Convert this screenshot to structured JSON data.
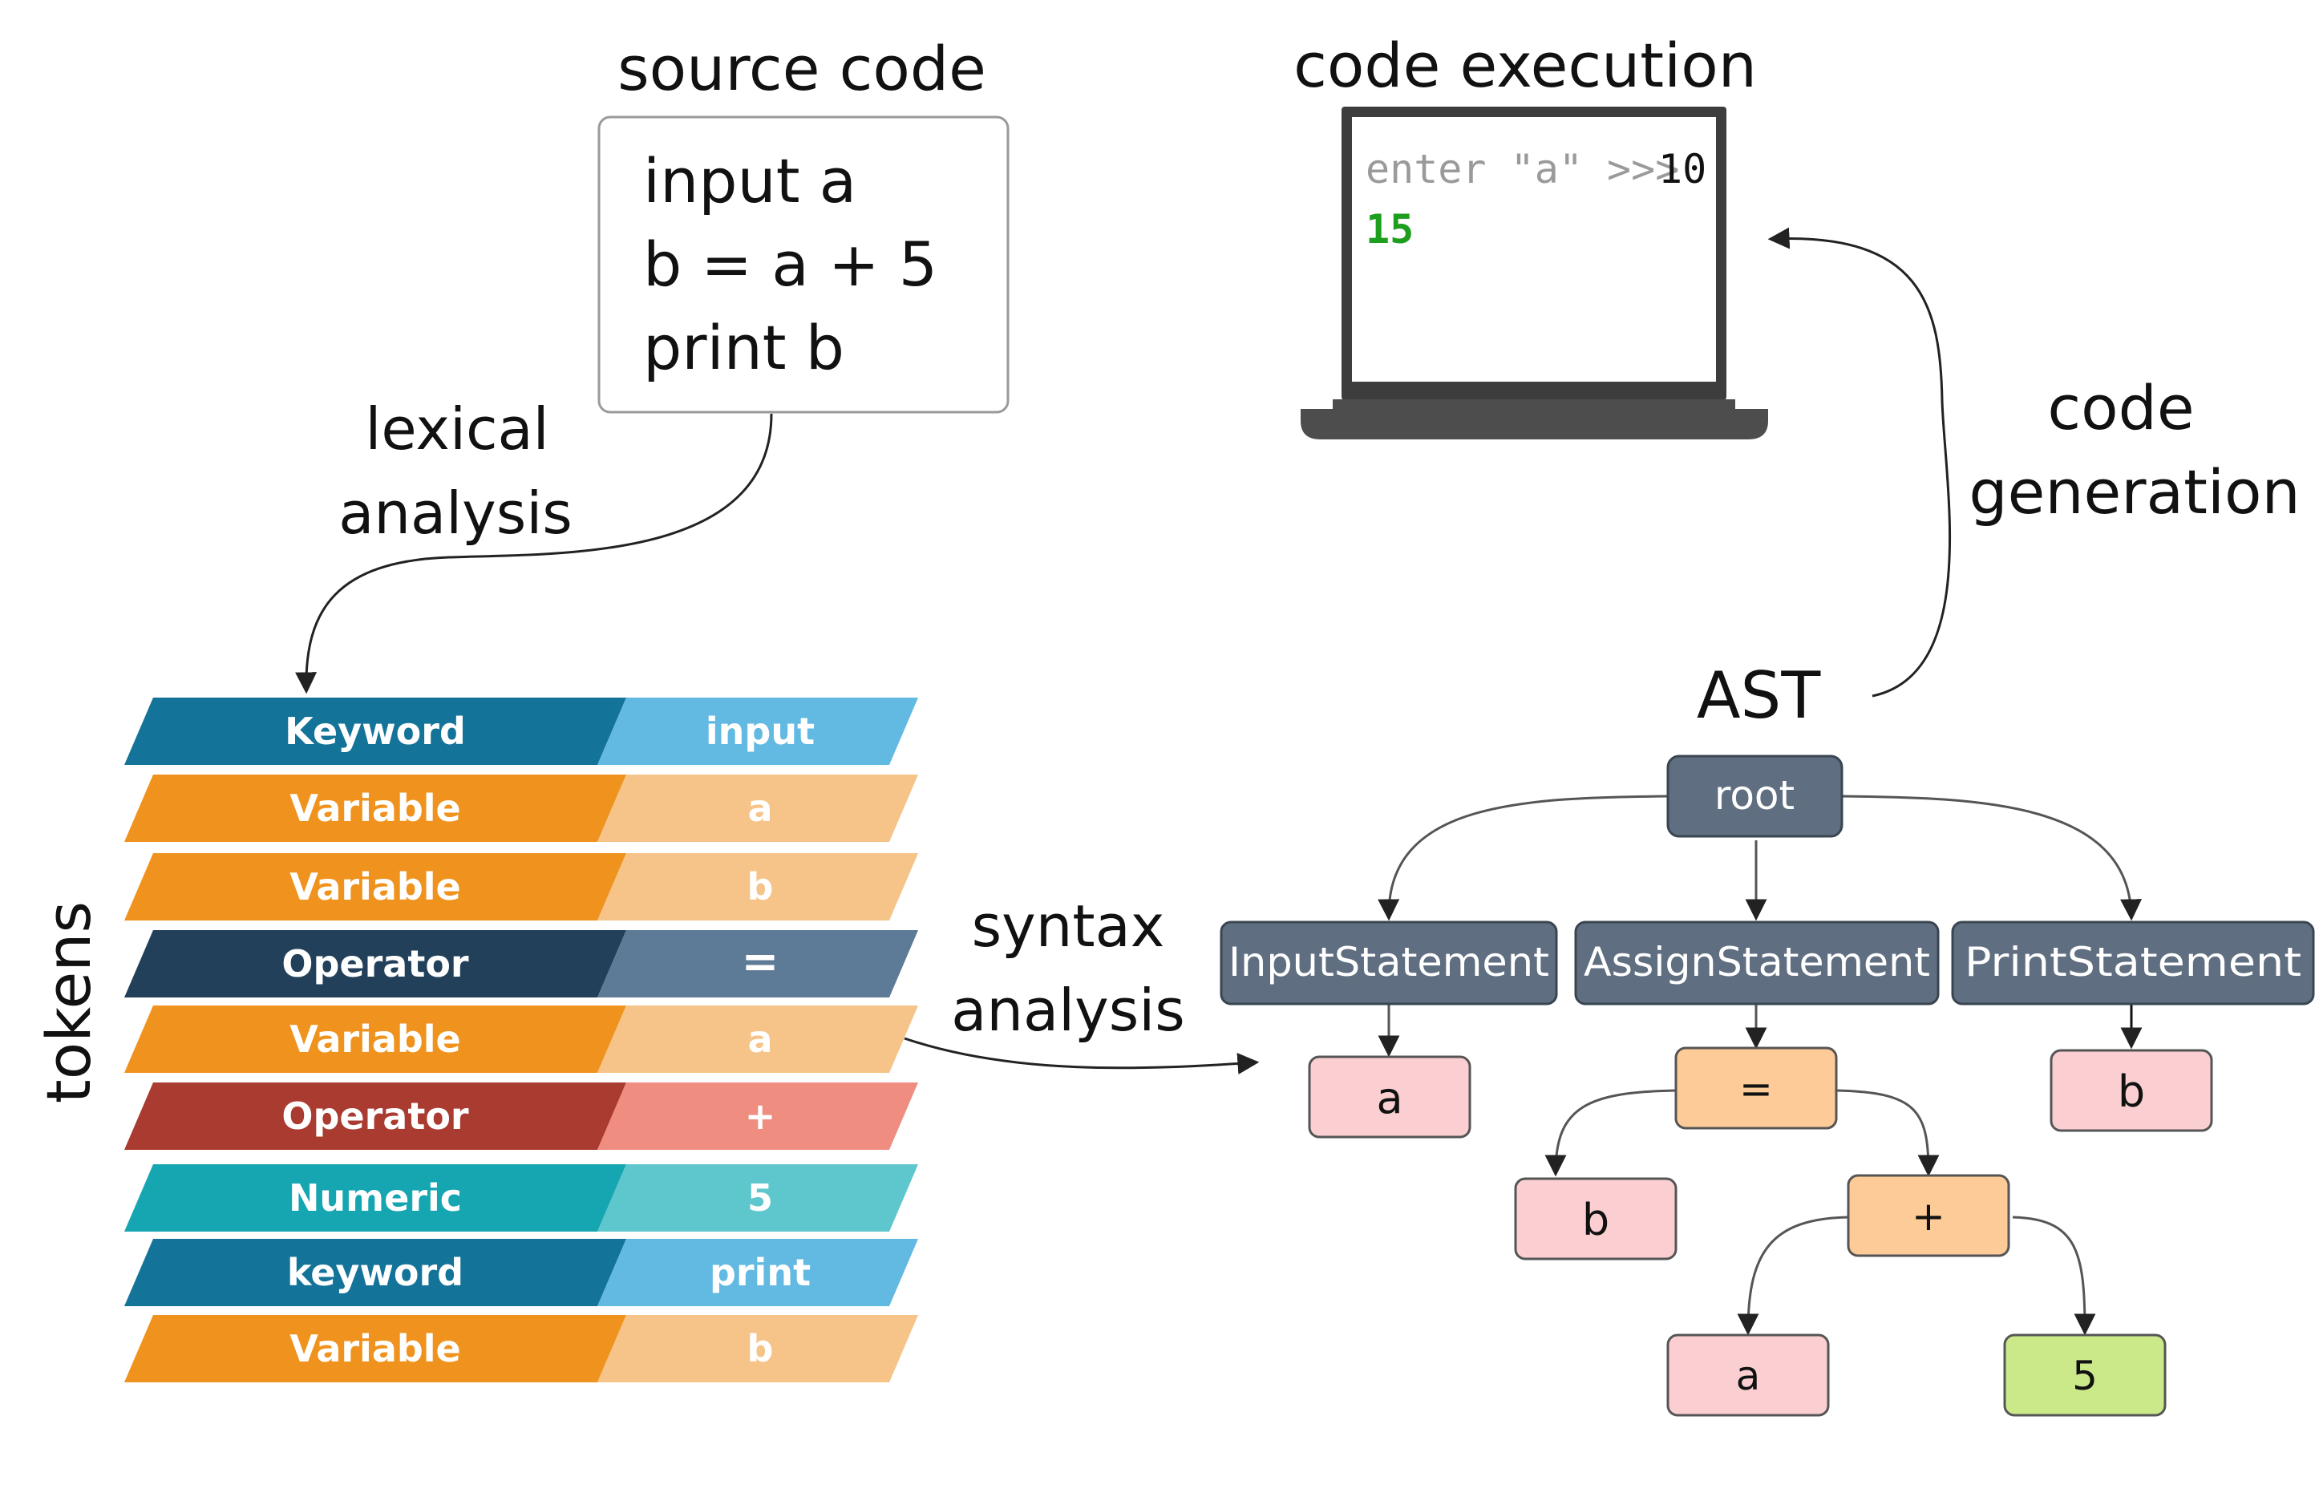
{
  "labels": {
    "source_code": "source code",
    "code_execution": "code execution",
    "lexical_analysis": [
      "lexical",
      "analysis"
    ],
    "syntax_analysis": [
      "syntax",
      "analysis"
    ],
    "code_generation": [
      "code",
      "generation"
    ],
    "tokens": "tokens",
    "ast": "AST"
  },
  "source_code": {
    "lines": [
      "input a",
      "b = a + 5",
      "print b"
    ]
  },
  "terminal": {
    "prompt": "enter \"a\" >>>",
    "input_value": "10",
    "output": "15",
    "prompt_color": "#9a9a9a",
    "output_color": "#1e9e1e"
  },
  "tokens": [
    {
      "type": "Keyword",
      "value": "input",
      "dark": "#147398",
      "light": "#62b9e1"
    },
    {
      "type": "Variable",
      "value": "a",
      "dark": "#f0931e",
      "light": "#f6c388"
    },
    {
      "type": "Variable",
      "value": "b",
      "dark": "#f0931e",
      "light": "#f6c388"
    },
    {
      "type": "Operator",
      "value": "=",
      "dark": "#22405a",
      "light": "#5d7a96"
    },
    {
      "type": "Variable",
      "value": "a",
      "dark": "#f0931e",
      "light": "#f6c388"
    },
    {
      "type": "Operator",
      "value": "+",
      "dark": "#a93b30",
      "light": "#ee8d80"
    },
    {
      "type": "Numeric",
      "value": "5",
      "dark": "#16a6b2",
      "light": "#5ec6cd"
    },
    {
      "type": "keyword",
      "value": "print",
      "dark": "#147398",
      "light": "#62b9e1"
    },
    {
      "type": "Variable",
      "value": "b",
      "dark": "#f0931e",
      "light": "#f6c388"
    }
  ],
  "ast": {
    "root": "root",
    "statements": [
      "InputStatement",
      "AssignStatement",
      "PrintStatement"
    ],
    "input_var": "a",
    "assign_op": "=",
    "assign_target": "b",
    "plus_op": "+",
    "plus_left": "a",
    "plus_right": "5",
    "print_var": "b"
  },
  "colors": {
    "statement_fill": "#5f6e80",
    "variable_fill": "#fbcfd1",
    "operator_fill": "#fdcb98",
    "numeric_fill": "#cce98a"
  }
}
